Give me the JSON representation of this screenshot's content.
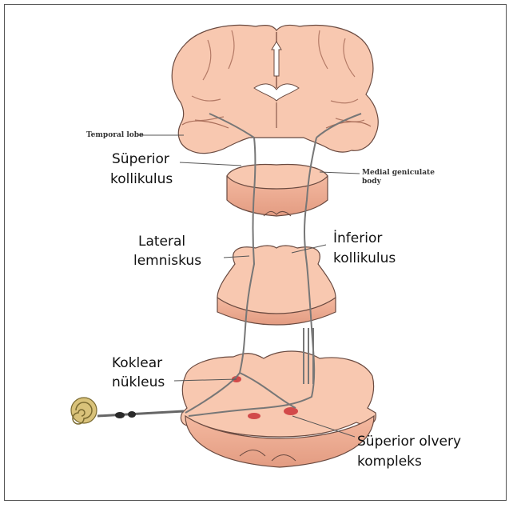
{
  "labels": {
    "temporal_lobe": "Temporal lobe",
    "superior_colliculus_1": "Süperior",
    "superior_colliculus_2": "kollikulus",
    "medial_geniculate_1": "Medial geniculate",
    "medial_geniculate_2": "body",
    "lateral_lemniscus_1": "Lateral",
    "lateral_lemniscus_2": "lemniskus",
    "inferior_colliculus_1": "İnferior",
    "inferior_colliculus_2": "kollikulus",
    "cochlear_nucleus_1": "Koklear",
    "cochlear_nucleus_2": "nükleus",
    "superior_olive_1": "Süperior olvery",
    "superior_olive_2": "kompleks"
  },
  "colors": {
    "tissue": "#f8c8b0",
    "tissue_dark": "#e6a48a",
    "outline": "#5a3a30",
    "pathway": "#777777",
    "cochlea": "#d9c27a"
  }
}
